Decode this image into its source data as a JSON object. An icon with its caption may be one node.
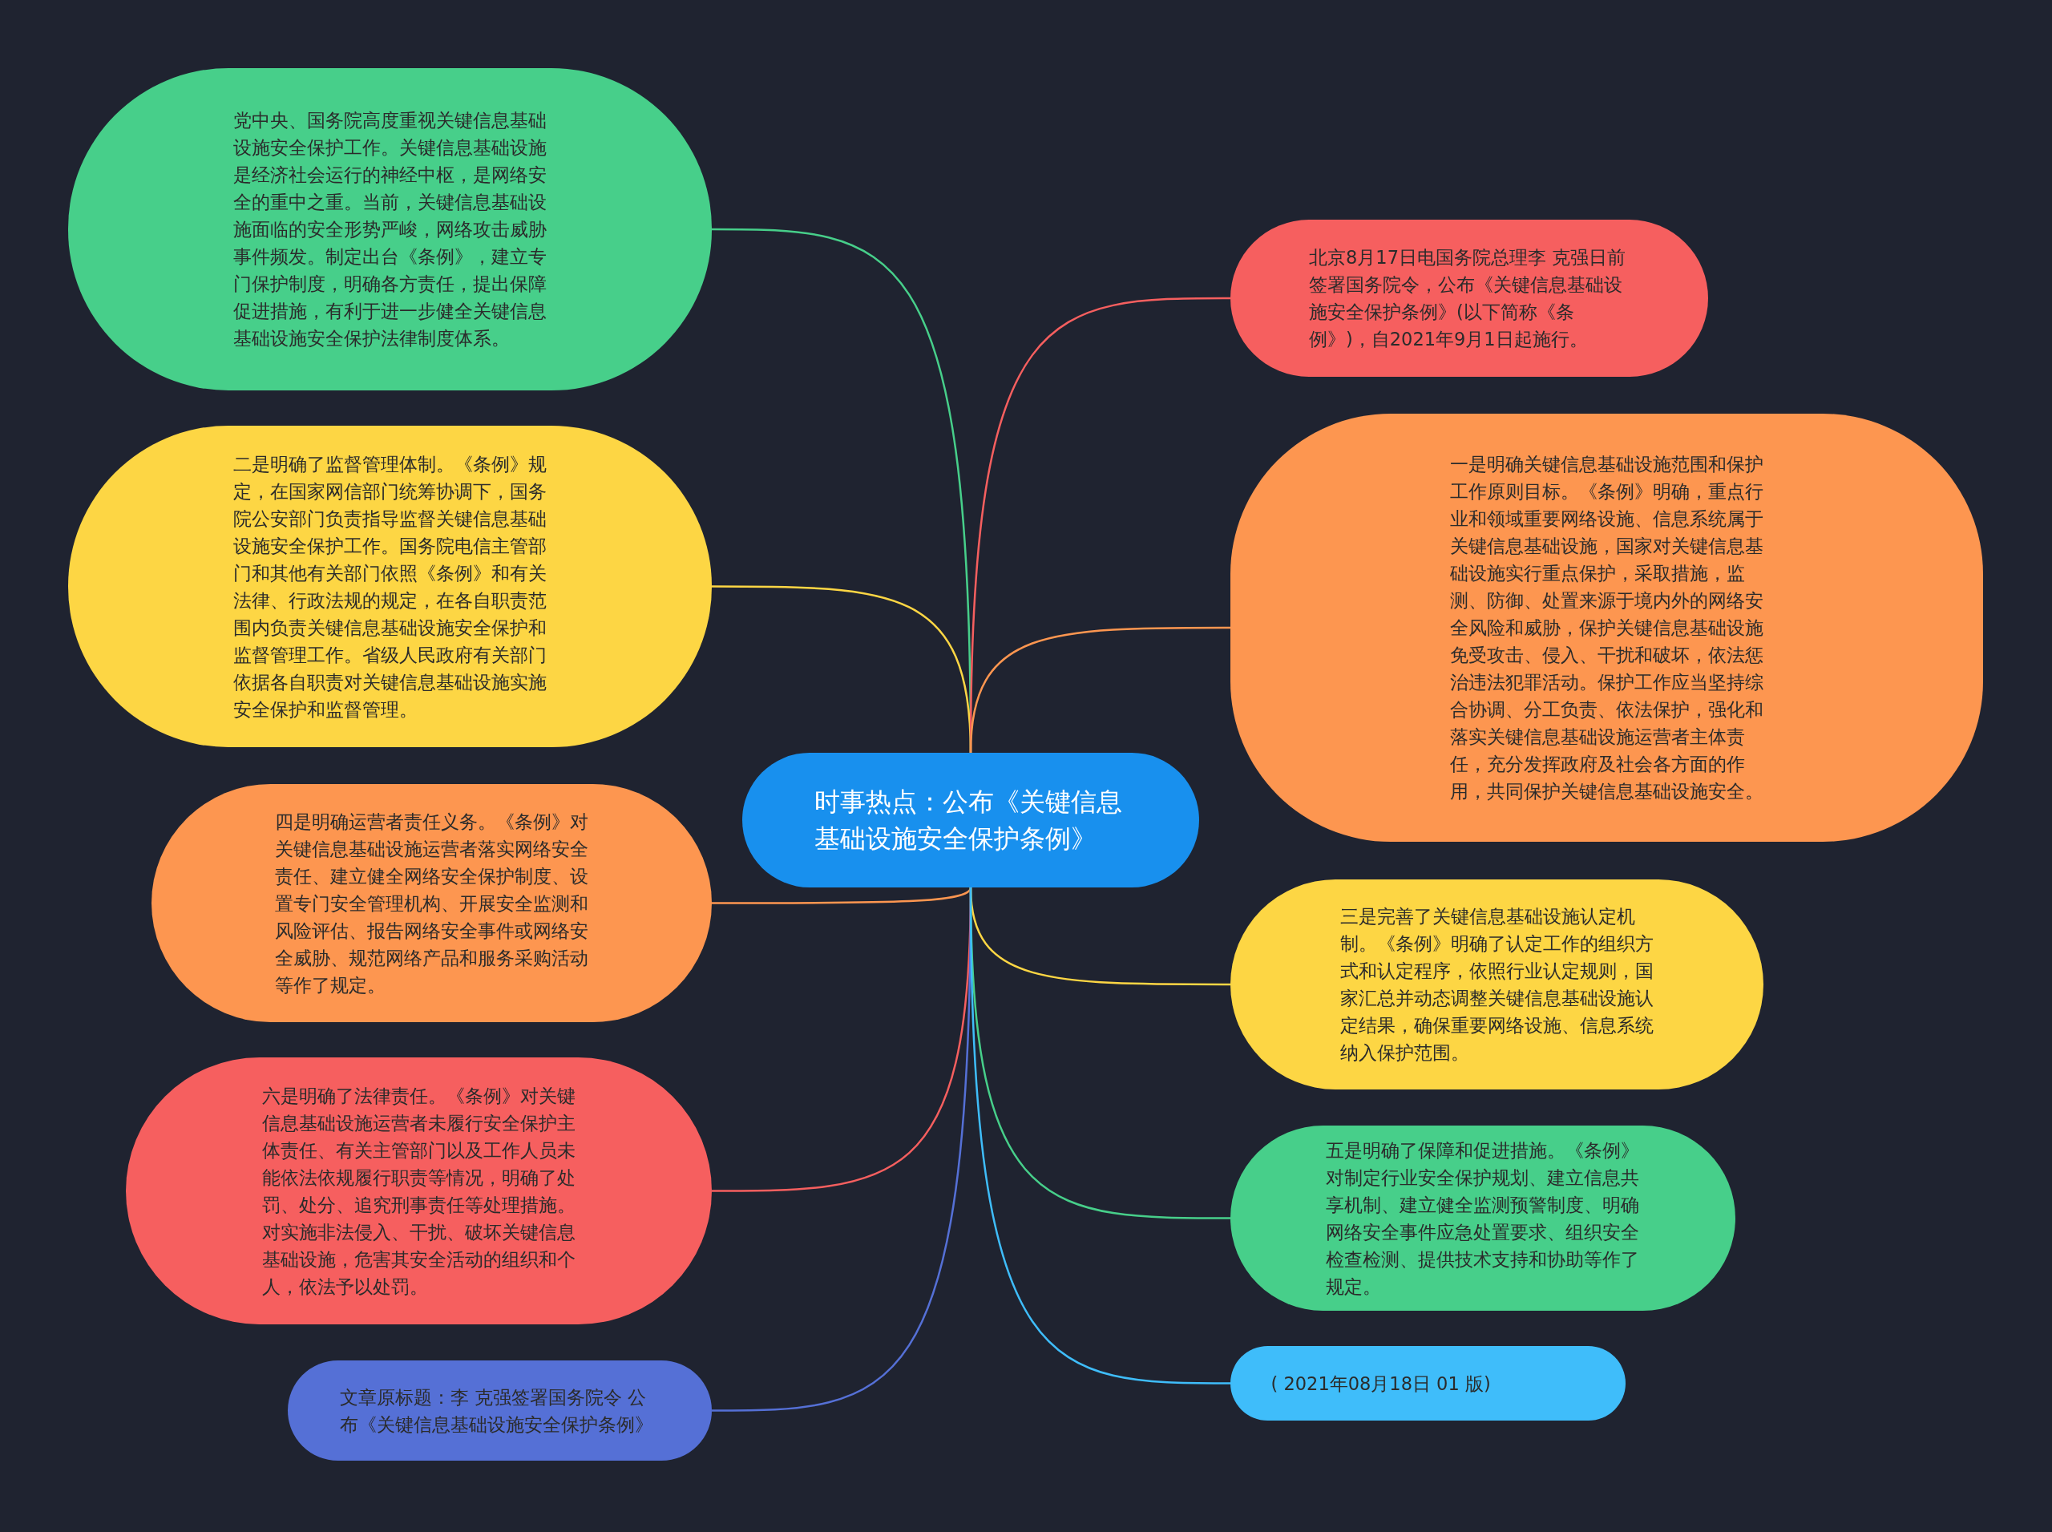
{
  "diagram": {
    "nodes": [
      {
        "text": [
          "时事热点：公布《关键信息基础设施安全保护条例》"
        ]
      },
      {
        "text": [
          "党中央、国务院高度重视关键信息基础设施安全保护工作。关键信息基础设施是经济社会运行的神经中枢，是网络安全的重中之重。当前，关键信息基础设施面临的安全形势严峻，网络攻击威胁事件频发。制定出台《条例》，建立专门保护制度，明确各方责任，提出保障促进措施，有利于进一步健全关键信息基础设施安全保护法律制度体系。"
        ]
      },
      {
        "text": [
          "二是明确了监督管理体制。《条例》规定，在国家网信部门统筹协调下，国务院公安部门负责指导监督关键信息基础设施安全保护工作。国务院电信主管部门和其他有关部门依照《条例》和有关法律、行政法规的规定，在各自职责范围内负责关键信息基础设施安全保护和监督管理工作。省级人民政府有关部门依据各自职责对关键信息基础设施实施安全保护和监督管理。"
        ]
      },
      {
        "text": [
          "四是明确运营者责任义务。《条例》对关键信息基础设施运营者落实网络安全责任、建立健全网络安全保护制度、设置专门安全管理机构、开展安全监测和风险评估、报告网络安全事件或网络安全威胁、规范网络产品和服务采购活动等作了规定。"
        ]
      },
      {
        "text": [
          "六是明确了法律责任。《条例》对关键信息基础设施运营者未履行安全保护主体责任、有关主管部门以及工作人员未能依法依规履行职责等情况，明确了处罚、处分、追究刑事责任等处理措施。对实施非法侵入、干扰、破坏关键信息基础设施，危害其安全活动的组织和个人，依法予以处罚。"
        ]
      },
      {
        "text": [
          "文章原标题：李 克强签署国务院令 公布《关键信息基础设施安全保护条例》"
        ]
      },
      {
        "text": [
          "北京8月17日电国务院总理李 克强日前签署国务院令，公布《关键信息基础设施安全保护条例》(以下简称《条例》)，自2021年9月1日起施行。"
        ]
      },
      {
        "text": [
          "一是明确关键信息基础设施范围和保护工作原则目标。《条例》明确，重点行业和领域重要网络设施、信息系统属于关键信息基础设施，国家对关键信息基础设施实行重点保护，采取措施，监测、防御、处置来源于境内外的网络安全风险和威胁，保护关键信息基础设施免受攻击、侵入、干扰和破坏，依法惩治违法犯罪活动。保护工作应当坚持综合协调、分工负责、依法保护，强化和落实关键信息基础设施运营者主体责任，充分发挥政府及社会各方面的作用，共同保护关键信息基础设施安全。"
        ]
      },
      {
        "text": [
          "三是完善了关键信息基础设施认定机制。《条例》明确了认定工作的组织方式和认定程序，依照行业认定规则，国家汇总并动态调整关键信息基础设施认定结果，确保重要网络设施、信息系统纳入保护范围。"
        ]
      },
      {
        "text": [
          "五是明确了保障和促进措施。《条例》对制定行业安全保护规划、建立信息共享机制、建立健全监测预警制度、明确网络安全事件应急处置要求、组织安全检查检测、提供技术支持和协助等作了规定。"
        ]
      },
      {
        "text": [
          "( 2021年08月18日 01 版)"
        ]
      }
    ],
    "edges": [
      {
        "from": 0,
        "to": 1,
        "arrow": "none",
        "color": "#47cf8a"
      },
      {
        "from": 0,
        "to": 2,
        "arrow": "none",
        "color": "#fdd644"
      },
      {
        "from": 0,
        "to": 3,
        "arrow": "none",
        "color": "#fd9650"
      },
      {
        "from": 0,
        "to": 4,
        "arrow": "none",
        "color": "#f65f5f"
      },
      {
        "from": 0,
        "to": 5,
        "arrow": "none",
        "color": "#5570d6"
      },
      {
        "from": 0,
        "to": 6,
        "arrow": "none",
        "color": "#f65f5f"
      },
      {
        "from": 0,
        "to": 7,
        "arrow": "none",
        "color": "#fd9650"
      },
      {
        "from": 0,
        "to": 8,
        "arrow": "none",
        "color": "#fdd644"
      },
      {
        "from": 0,
        "to": 9,
        "arrow": "none",
        "color": "#47cf8a"
      },
      {
        "from": 0,
        "to": 10,
        "arrow": "none",
        "color": "#3fbdfa"
      }
    ]
  }
}
